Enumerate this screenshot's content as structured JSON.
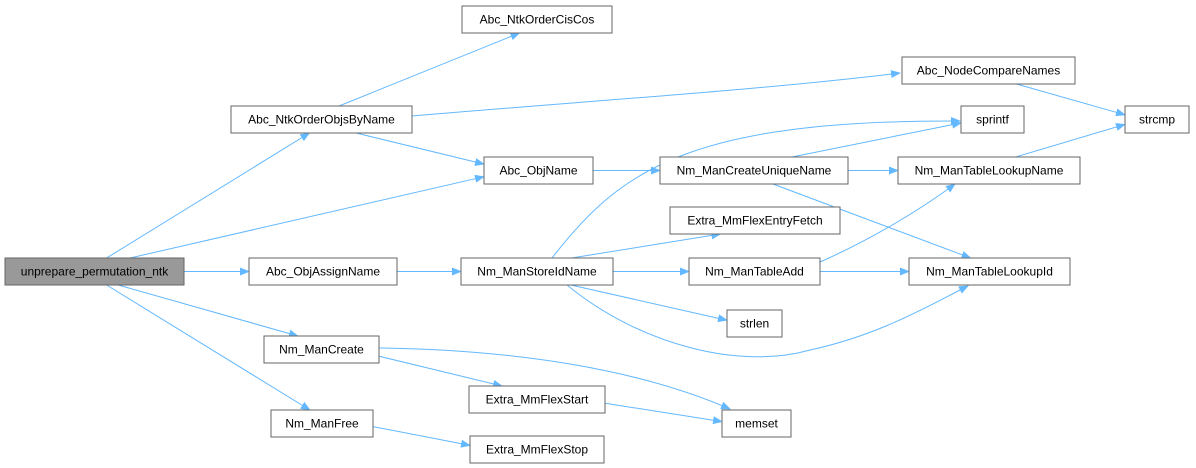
{
  "colors": {
    "edge": "#63b8ff",
    "root_fill": "#999999",
    "node_border": "#666666",
    "node_fill": "#ffffff"
  },
  "nodes": {
    "unprepare_permutation_ntk": {
      "label": "unprepare_permutation_ntk",
      "root": true
    },
    "Abc_NtkOrderObjsByName": {
      "label": "Abc_NtkOrderObjsByName"
    },
    "Abc_NtkOrderCisCos": {
      "label": "Abc_NtkOrderCisCos"
    },
    "Abc_NodeCompareNames": {
      "label": "Abc_NodeCompareNames"
    },
    "strcmp": {
      "label": "strcmp"
    },
    "Abc_ObjName": {
      "label": "Abc_ObjName"
    },
    "Nm_ManCreateUniqueName": {
      "label": "Nm_ManCreateUniqueName"
    },
    "sprintf": {
      "label": "sprintf"
    },
    "Nm_ManTableLookupName": {
      "label": "Nm_ManTableLookupName"
    },
    "Nm_ManTableLookupId": {
      "label": "Nm_ManTableLookupId"
    },
    "Abc_ObjAssignName": {
      "label": "Abc_ObjAssignName"
    },
    "Nm_ManStoreIdName": {
      "label": "Nm_ManStoreIdName"
    },
    "Extra_MmFlexEntryFetch": {
      "label": "Extra_MmFlexEntryFetch"
    },
    "Nm_ManTableAdd": {
      "label": "Nm_ManTableAdd"
    },
    "strlen": {
      "label": "strlen"
    },
    "Nm_ManCreate": {
      "label": "Nm_ManCreate"
    },
    "Extra_MmFlexStart": {
      "label": "Extra_MmFlexStart"
    },
    "memset": {
      "label": "memset"
    },
    "Nm_ManFree": {
      "label": "Nm_ManFree"
    },
    "Extra_MmFlexStop": {
      "label": "Extra_MmFlexStop"
    }
  },
  "edges": [
    [
      "unprepare_permutation_ntk",
      "Abc_NtkOrderObjsByName"
    ],
    [
      "unprepare_permutation_ntk",
      "Abc_ObjName"
    ],
    [
      "unprepare_permutation_ntk",
      "Abc_ObjAssignName"
    ],
    [
      "unprepare_permutation_ntk",
      "Nm_ManCreate"
    ],
    [
      "unprepare_permutation_ntk",
      "Nm_ManFree"
    ],
    [
      "Abc_NtkOrderObjsByName",
      "Abc_NtkOrderCisCos"
    ],
    [
      "Abc_NtkOrderObjsByName",
      "Abc_NodeCompareNames"
    ],
    [
      "Abc_NtkOrderObjsByName",
      "Abc_ObjName"
    ],
    [
      "Abc_NodeCompareNames",
      "strcmp"
    ],
    [
      "Abc_ObjName",
      "Nm_ManCreateUniqueName"
    ],
    [
      "Nm_ManCreateUniqueName",
      "sprintf"
    ],
    [
      "Nm_ManCreateUniqueName",
      "Nm_ManTableLookupName"
    ],
    [
      "Nm_ManCreateUniqueName",
      "Nm_ManTableLookupId"
    ],
    [
      "Nm_ManTableLookupName",
      "strcmp"
    ],
    [
      "Abc_ObjAssignName",
      "Nm_ManStoreIdName"
    ],
    [
      "Nm_ManStoreIdName",
      "sprintf"
    ],
    [
      "Nm_ManStoreIdName",
      "Extra_MmFlexEntryFetch"
    ],
    [
      "Nm_ManStoreIdName",
      "Nm_ManTableAdd"
    ],
    [
      "Nm_ManStoreIdName",
      "strlen"
    ],
    [
      "Nm_ManStoreIdName",
      "Nm_ManTableLookupId"
    ],
    [
      "Nm_ManTableAdd",
      "Nm_ManTableLookupName"
    ],
    [
      "Nm_ManTableAdd",
      "Nm_ManTableLookupId"
    ],
    [
      "Nm_ManCreate",
      "Extra_MmFlexStart"
    ],
    [
      "Nm_ManCreate",
      "memset"
    ],
    [
      "Extra_MmFlexStart",
      "memset"
    ],
    [
      "Nm_ManFree",
      "Extra_MmFlexStop"
    ]
  ]
}
